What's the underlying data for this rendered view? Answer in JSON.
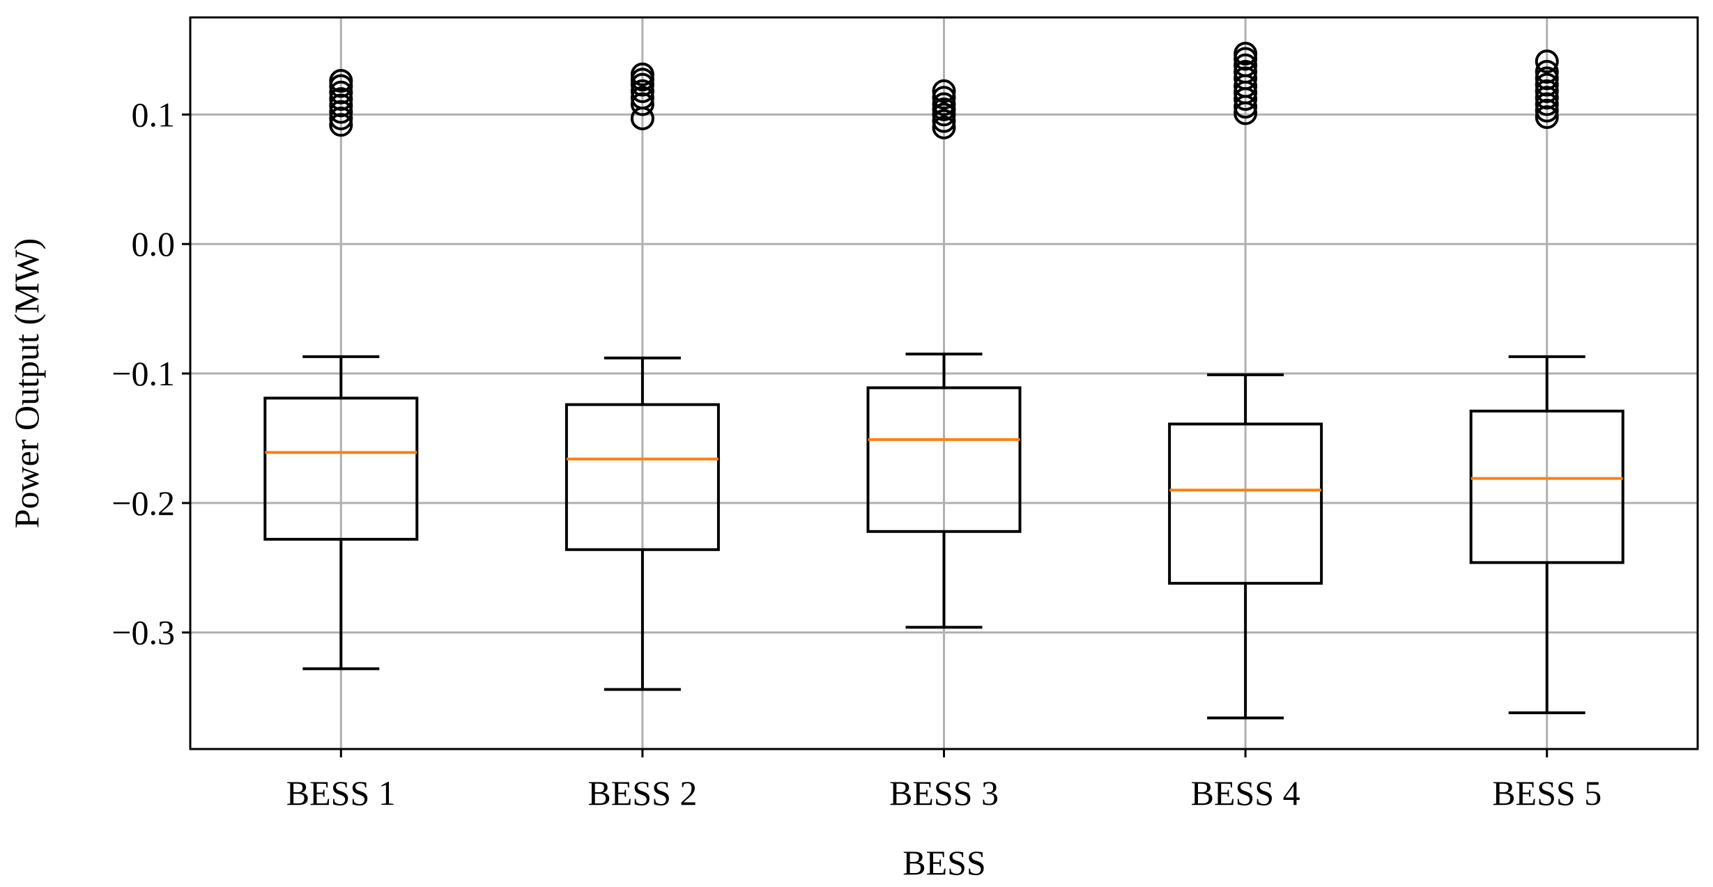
{
  "chart_data": {
    "type": "box",
    "title": "",
    "xlabel": "BESS",
    "ylabel": "Power Output (MW)",
    "ylim": [
      -0.39,
      0.175
    ],
    "yticks": [
      0.1,
      0.0,
      -0.1,
      -0.2,
      -0.3
    ],
    "ytick_labels": [
      "0.1",
      "0.0",
      "−0.1",
      "−0.2",
      "−0.3"
    ],
    "grid": true,
    "categories": [
      "BESS 1",
      "BESS 2",
      "BESS 3",
      "BESS 4",
      "BESS 5"
    ],
    "boxes": [
      {
        "whisker_low": -0.328,
        "q1": -0.228,
        "median": -0.161,
        "q3": -0.119,
        "whisker_high": -0.087,
        "outliers": [
          0.092,
          0.097,
          0.102,
          0.107,
          0.112,
          0.117,
          0.122,
          0.126
        ]
      },
      {
        "whisker_low": -0.344,
        "q1": -0.236,
        "median": -0.166,
        "q3": -0.124,
        "whisker_high": -0.088,
        "outliers": [
          0.097,
          0.108,
          0.113,
          0.118,
          0.123,
          0.127,
          0.131
        ]
      },
      {
        "whisker_low": -0.296,
        "q1": -0.222,
        "median": -0.151,
        "q3": -0.111,
        "whisker_high": -0.085,
        "outliers": [
          0.09,
          0.095,
          0.1,
          0.104,
          0.108,
          0.113,
          0.118
        ]
      },
      {
        "whisker_low": -0.366,
        "q1": -0.262,
        "median": -0.19,
        "q3": -0.139,
        "whisker_high": -0.101,
        "outliers": [
          0.101,
          0.106,
          0.112,
          0.117,
          0.122,
          0.128,
          0.133,
          0.138,
          0.143,
          0.147
        ]
      },
      {
        "whisker_low": -0.362,
        "q1": -0.246,
        "median": -0.181,
        "q3": -0.129,
        "whisker_high": -0.087,
        "outliers": [
          0.098,
          0.103,
          0.108,
          0.113,
          0.118,
          0.123,
          0.128,
          0.133,
          0.141
        ]
      }
    ],
    "colors": {
      "box": "#000000",
      "median": "#ff7f0e",
      "grid": "#b0b0b0"
    }
  }
}
